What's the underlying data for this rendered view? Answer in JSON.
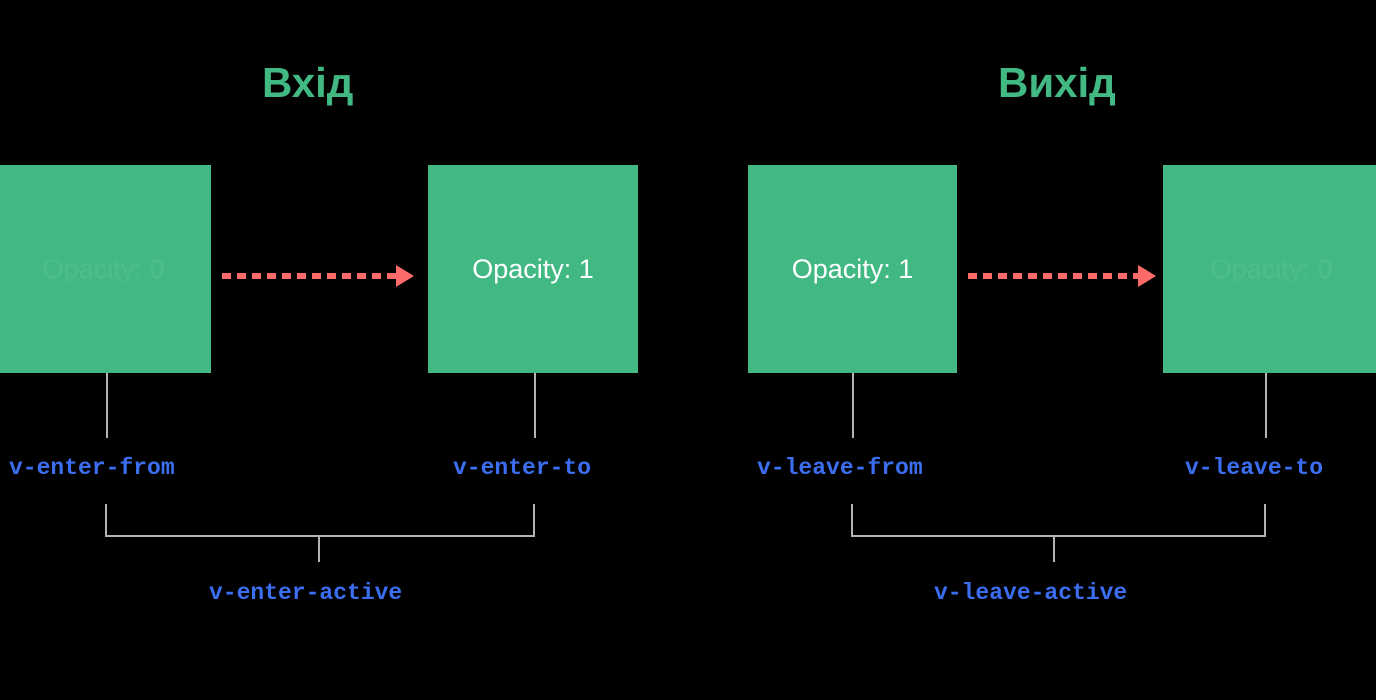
{
  "diagram": {
    "title_enter": "Вхід",
    "title_leave": "Вихід",
    "accent_green": "#42b983",
    "accent_blue": "#3b6ef0",
    "accent_red": "#fc6b69",
    "connector_gray": "#b3b3b3",
    "background": "#000000"
  },
  "enter": {
    "title": "Вхід",
    "from_box_label": "Opacity: 0",
    "to_box_label": "Opacity: 1",
    "from_class": "v-enter-from",
    "to_class": "v-enter-to",
    "active_class": "v-enter-active"
  },
  "leave": {
    "title": "Вихід",
    "from_box_label": "Opacity: 1",
    "to_box_label": "Opacity: 0",
    "from_class": "v-leave-from",
    "to_class": "v-leave-to",
    "active_class": "v-leave-active"
  }
}
